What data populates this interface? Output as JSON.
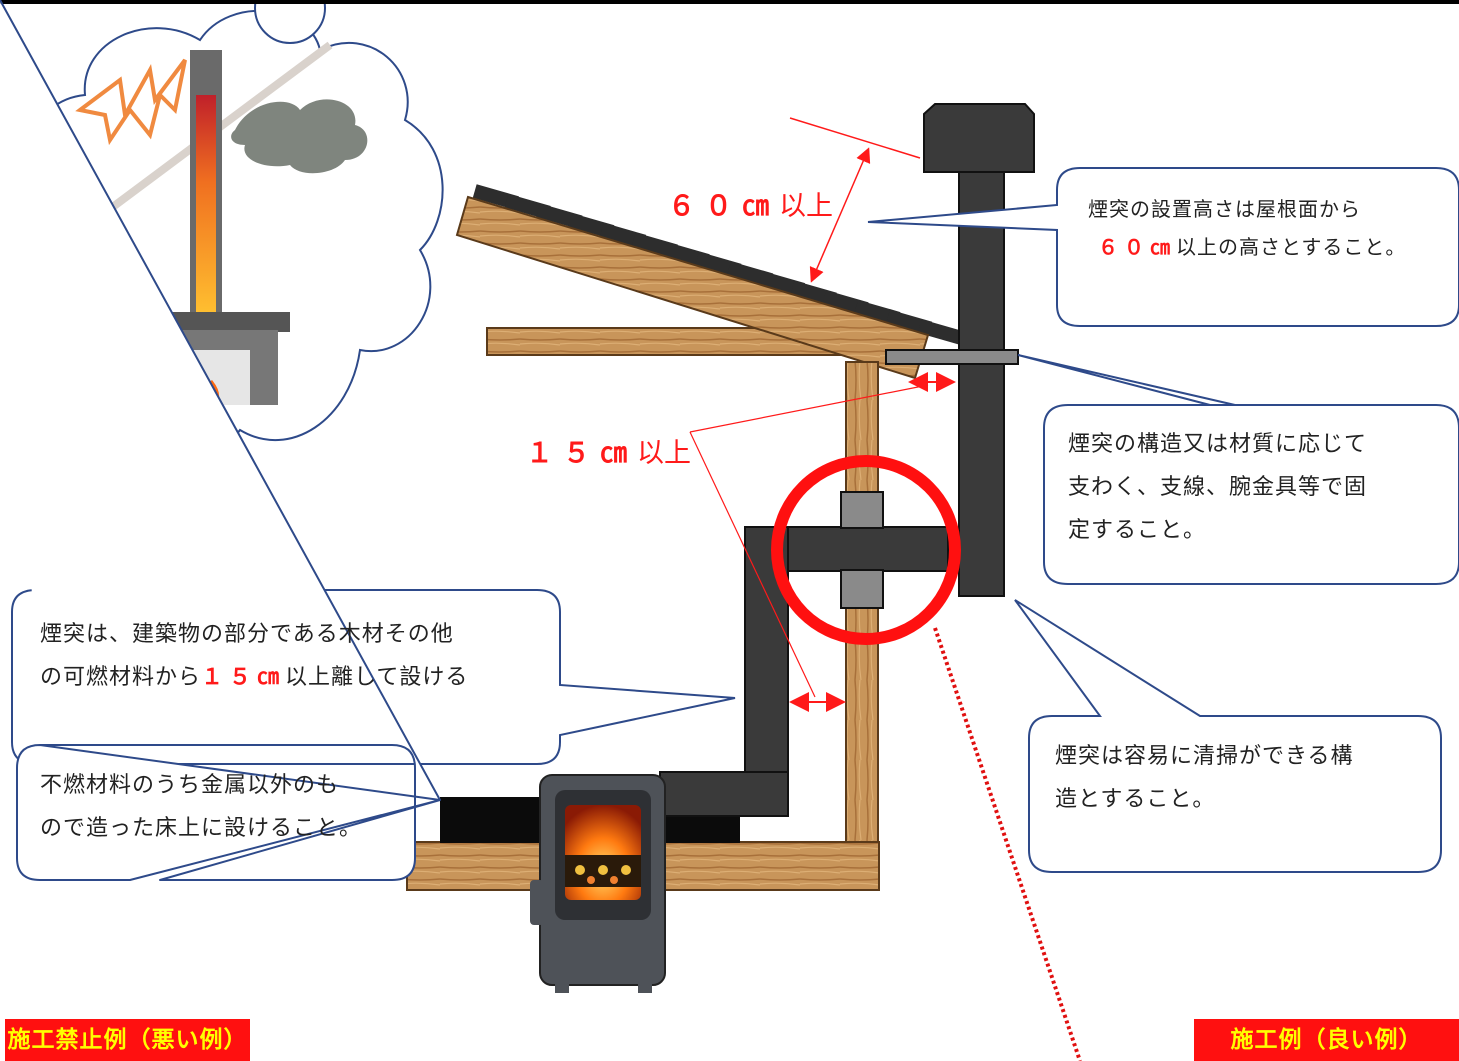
{
  "measure_60": {
    "num": "６０㎝",
    "suffix": "以上"
  },
  "measure_15": {
    "num": "１５㎝",
    "suffix": "以上"
  },
  "callouts": {
    "height": {
      "line1": "煙突の設置高さは屋根面から",
      "line2_num": "６０㎝",
      "line2_rest": "以上の高さとすること。"
    },
    "support": {
      "line1": "煙突の構造又は材質に応じて",
      "line2": "支わく、支線、腕金具等で固",
      "line3": "定すること。"
    },
    "distance": {
      "line1": "煙突は、建築物の部分である木材その他",
      "line2_pre": "の可燃材料から",
      "line2_num": "１５㎝",
      "line2_rest": "以上離して設ける"
    },
    "cleaning": {
      "line1": "煙突は容易に清掃ができる構",
      "line2": "造とすること。"
    },
    "floor": {
      "line1": "不燃材料のうち金属以外のも",
      "line2": "ので造った床上に設けること。"
    }
  },
  "badges": {
    "bad": "施工禁止例（悪い例）",
    "good": "施工例（良い例）"
  },
  "colors": {
    "accent_red": "#ff1a1a",
    "badge_bg": "#ff1010",
    "badge_text": "#ffff00",
    "wood": "#c8955a",
    "chimney": "#3a3a3a",
    "callout_border": "#2e4a8a"
  }
}
